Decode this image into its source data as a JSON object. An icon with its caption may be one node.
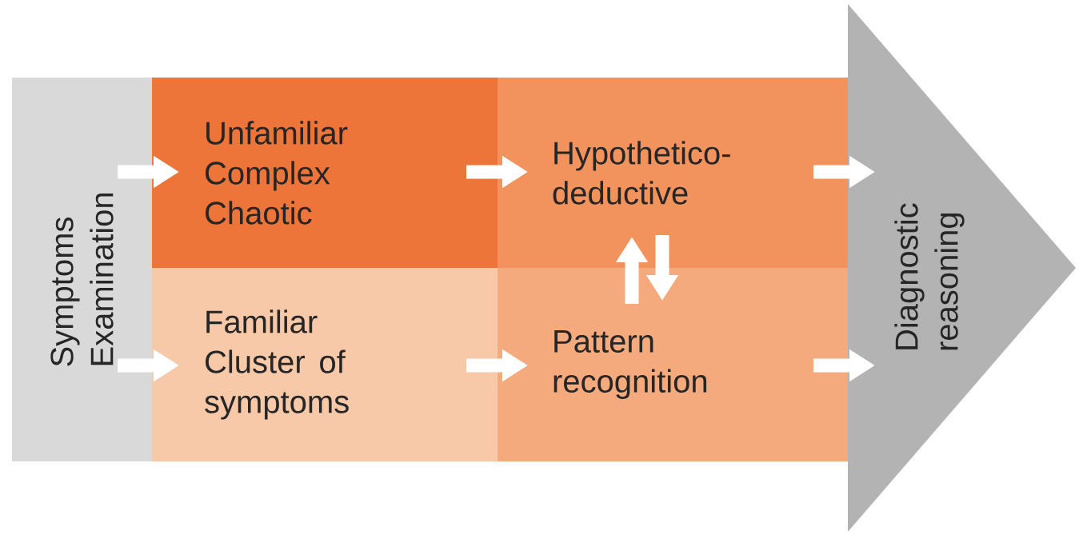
{
  "diagram": {
    "nodes": [
      {
        "text": [
          "Symptoms Examination"
        ]
      },
      {
        "text": [
          "Unfamiliar Complex Chaotic"
        ]
      },
      {
        "text": [
          "Familiar Cluster of symptoms"
        ]
      },
      {
        "text": [
          "Hypothetico-deductive"
        ]
      },
      {
        "text": [
          "Pattern recognition"
        ]
      },
      {
        "text": [
          "Diagnostic reasoning"
        ]
      }
    ],
    "edges": [
      {
        "from": 0,
        "to": 1,
        "arrow": "to"
      },
      {
        "from": 0,
        "to": 2,
        "arrow": "to"
      },
      {
        "from": 1,
        "to": 3,
        "arrow": "to"
      },
      {
        "from": 2,
        "to": 4,
        "arrow": "to"
      },
      {
        "from": 4,
        "to": 3,
        "arrow": "to"
      },
      {
        "from": 3,
        "to": 4,
        "arrow": "to"
      },
      {
        "from": 3,
        "to": 5,
        "arrow": "to"
      },
      {
        "from": 4,
        "to": 5,
        "arrow": "to"
      }
    ]
  }
}
